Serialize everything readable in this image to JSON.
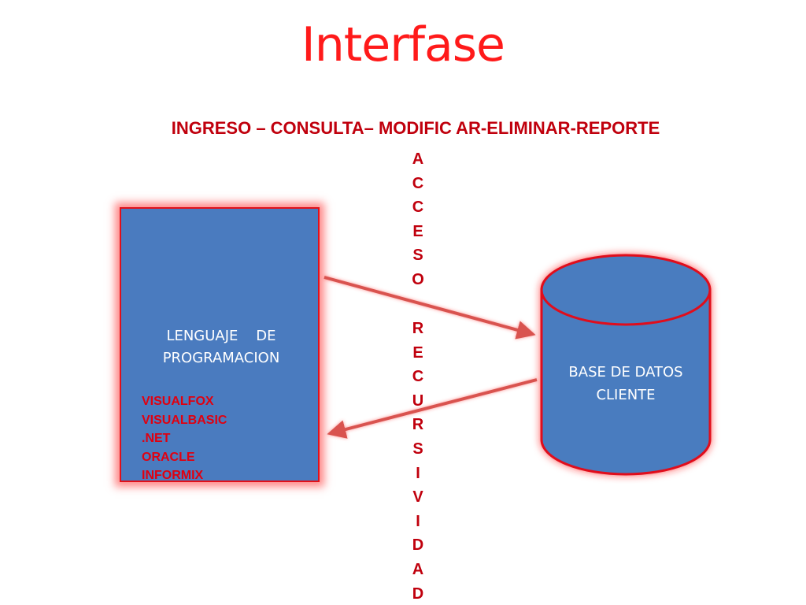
{
  "slide": {
    "title": "Interfase",
    "subtitle": "INGRESO – CONSULTA– MODIFIC AR-ELIMINAR-REPORTE",
    "vertical_words": {
      "acceso": [
        "A",
        "C",
        "C",
        "E",
        "S",
        "O"
      ],
      "recursividad": [
        "R",
        "E",
        "C",
        "U",
        "R",
        "S",
        "I",
        "V",
        "I",
        "D",
        "A",
        "D"
      ]
    }
  },
  "language_box": {
    "title_lines": [
      "LENGUAJE    DE",
      "PROGRAMACION"
    ],
    "items": [
      "VISUALFOX",
      "VISUALBASIC",
      ".NET",
      "ORACLE",
      "INFORMIX"
    ]
  },
  "database": {
    "label_lines": [
      "BASE DE DATOS",
      "CLIENTE"
    ]
  },
  "colors": {
    "title_red": "#ff1a1a",
    "text_dark_red": "#c0000d",
    "box_blue": "#4a7bbf",
    "box_border_red": "#e0101a",
    "arrow_red": "#d9534f"
  }
}
